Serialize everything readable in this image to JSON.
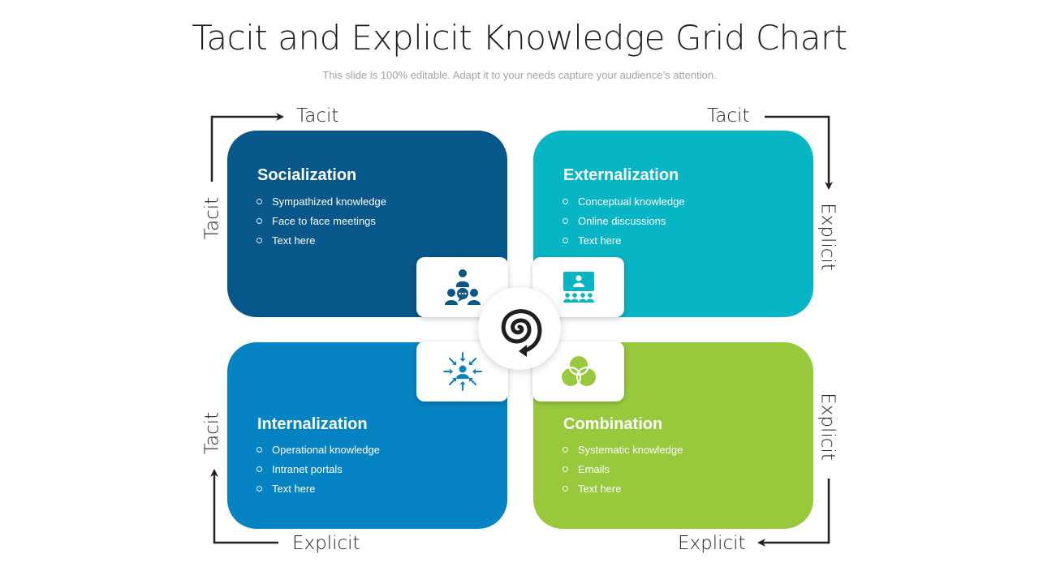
{
  "title": "Tacit and Explicit Knowledge Grid Chart",
  "subtitle": "This slide is 100% editable. Adapt it to your needs capture your audience’s attention.",
  "colors": {
    "socialization": "#08578a",
    "externalization": "#07b5c5",
    "internalization": "#0683c2",
    "combination": "#98c93c"
  },
  "quadrants": {
    "socialization": {
      "title": "Socialization",
      "items": [
        "Sympathized knowledge",
        "Face to face meetings",
        "Text here"
      ],
      "icon": "group-discussion-icon"
    },
    "externalization": {
      "title": "Externalization",
      "items": [
        "Conceptual knowledge",
        "Online discussions",
        "Text here"
      ],
      "icon": "presentation-audience-icon"
    },
    "internalization": {
      "title": "Internalization",
      "items": [
        "Operational knowledge",
        "Intranet portals",
        "Text here"
      ],
      "icon": "person-focus-arrows-icon"
    },
    "combination": {
      "title": "Combination",
      "items": [
        "Systematic knowledge",
        "Emails",
        "Text here"
      ],
      "icon": "venn-circles-icon"
    }
  },
  "center_icon": "spiral-arrow-icon",
  "axis_labels": {
    "top_left": "Tacit",
    "top_right": "Tacit",
    "left_top": "Tacit",
    "left_bottom": "Tacit",
    "right_top": "Explicit",
    "right_bottom": "Explicit",
    "bottom_left": "Explicit",
    "bottom_right": "Explicit"
  }
}
